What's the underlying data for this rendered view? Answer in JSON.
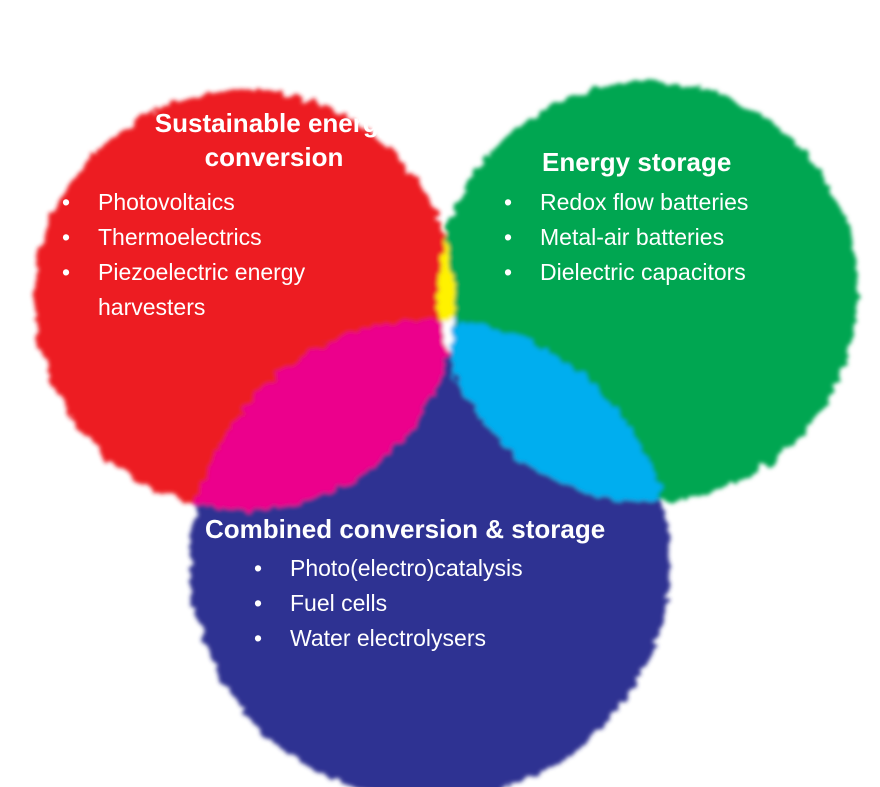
{
  "colors": {
    "conversion": "#ed1c24",
    "storage": "#00a651",
    "combined": "#2e3192",
    "conversion_storage": "#fff200",
    "conversion_combined": "#ec008c",
    "storage_combined": "#00aeef",
    "all_three": "#ffffff"
  },
  "bullet_glyph": "•",
  "sets": {
    "conversion": {
      "title_line1": "Sustainable energy",
      "title_line2": "conversion",
      "items": [
        "Photovoltaics",
        "Thermoelectrics",
        "Piezoelectric energy",
        "harvesters"
      ]
    },
    "storage": {
      "title": "Energy storage",
      "items": [
        "Redox flow batteries",
        "Metal-air batteries",
        "Dielectric capacitors"
      ]
    },
    "combined": {
      "title": "Combined conversion & storage",
      "items": [
        "Photo(electro)catalysis",
        "Fuel cells",
        "Water electrolysers"
      ]
    }
  }
}
